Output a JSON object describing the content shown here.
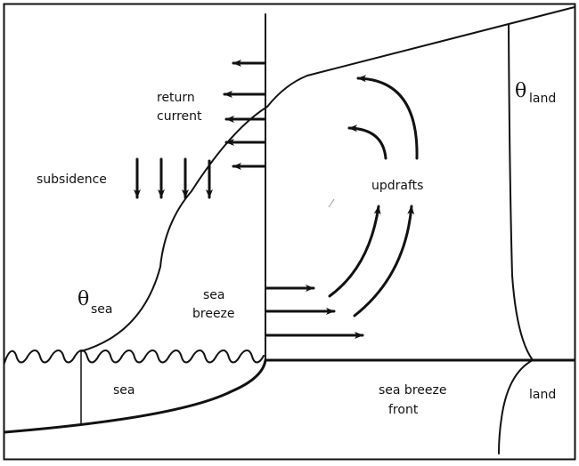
{
  "diagram": {
    "title": "Sea breeze circulation",
    "labels": {
      "return_current_1": "return",
      "return_current_2": "current",
      "subsidence": "subsidence",
      "updrafts": "updrafts",
      "theta_symbol": "θ",
      "theta_land_sub": "land",
      "theta_sea_sub": "sea",
      "sea_breeze_1": "sea",
      "sea_breeze_2": "breeze",
      "sea": "sea",
      "sea_breeze_front_1": "sea breeze",
      "sea_breeze_front_2": "front",
      "land": "land"
    },
    "colors": {
      "stroke": "#111111",
      "background": "#ffffff"
    }
  }
}
